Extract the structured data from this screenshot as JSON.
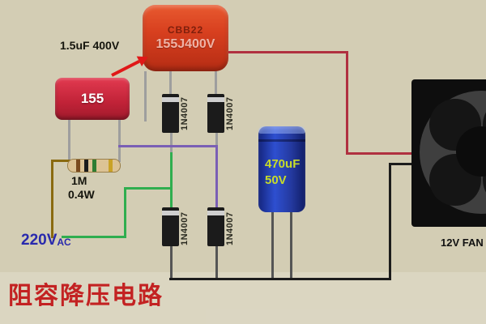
{
  "caption": "阻容降压电路",
  "labels": {
    "dropper_cap_annotation": "1.5uF 400V",
    "resistor_value": "1M",
    "resistor_power": "0.4W",
    "mains_voltage": "220V",
    "mains_suffix": "AC",
    "fan_label": "12V FAN"
  },
  "components": {
    "film_capacitor_photo": {
      "brand": "CBB22",
      "marking": "155J400V"
    },
    "film_capacitor_schematic": {
      "marking": "155"
    },
    "diodes": [
      {
        "label": "1N4007"
      },
      {
        "label": "1N4007"
      },
      {
        "label": "1N4007"
      },
      {
        "label": "1N4007"
      }
    ],
    "electrolytic_capacitor": {
      "capacity": "470uF",
      "voltage": "50V"
    }
  },
  "colors": {
    "background": "#d3cdb4",
    "caption_red": "#c32222",
    "mains_blue": "#2929ad",
    "wire_brown": "#8a6a10",
    "wire_green": "#2fae4f",
    "wire_purple": "#7a5fb5",
    "wire_maroon": "#b03040",
    "wire_black": "#1c1c1c"
  }
}
